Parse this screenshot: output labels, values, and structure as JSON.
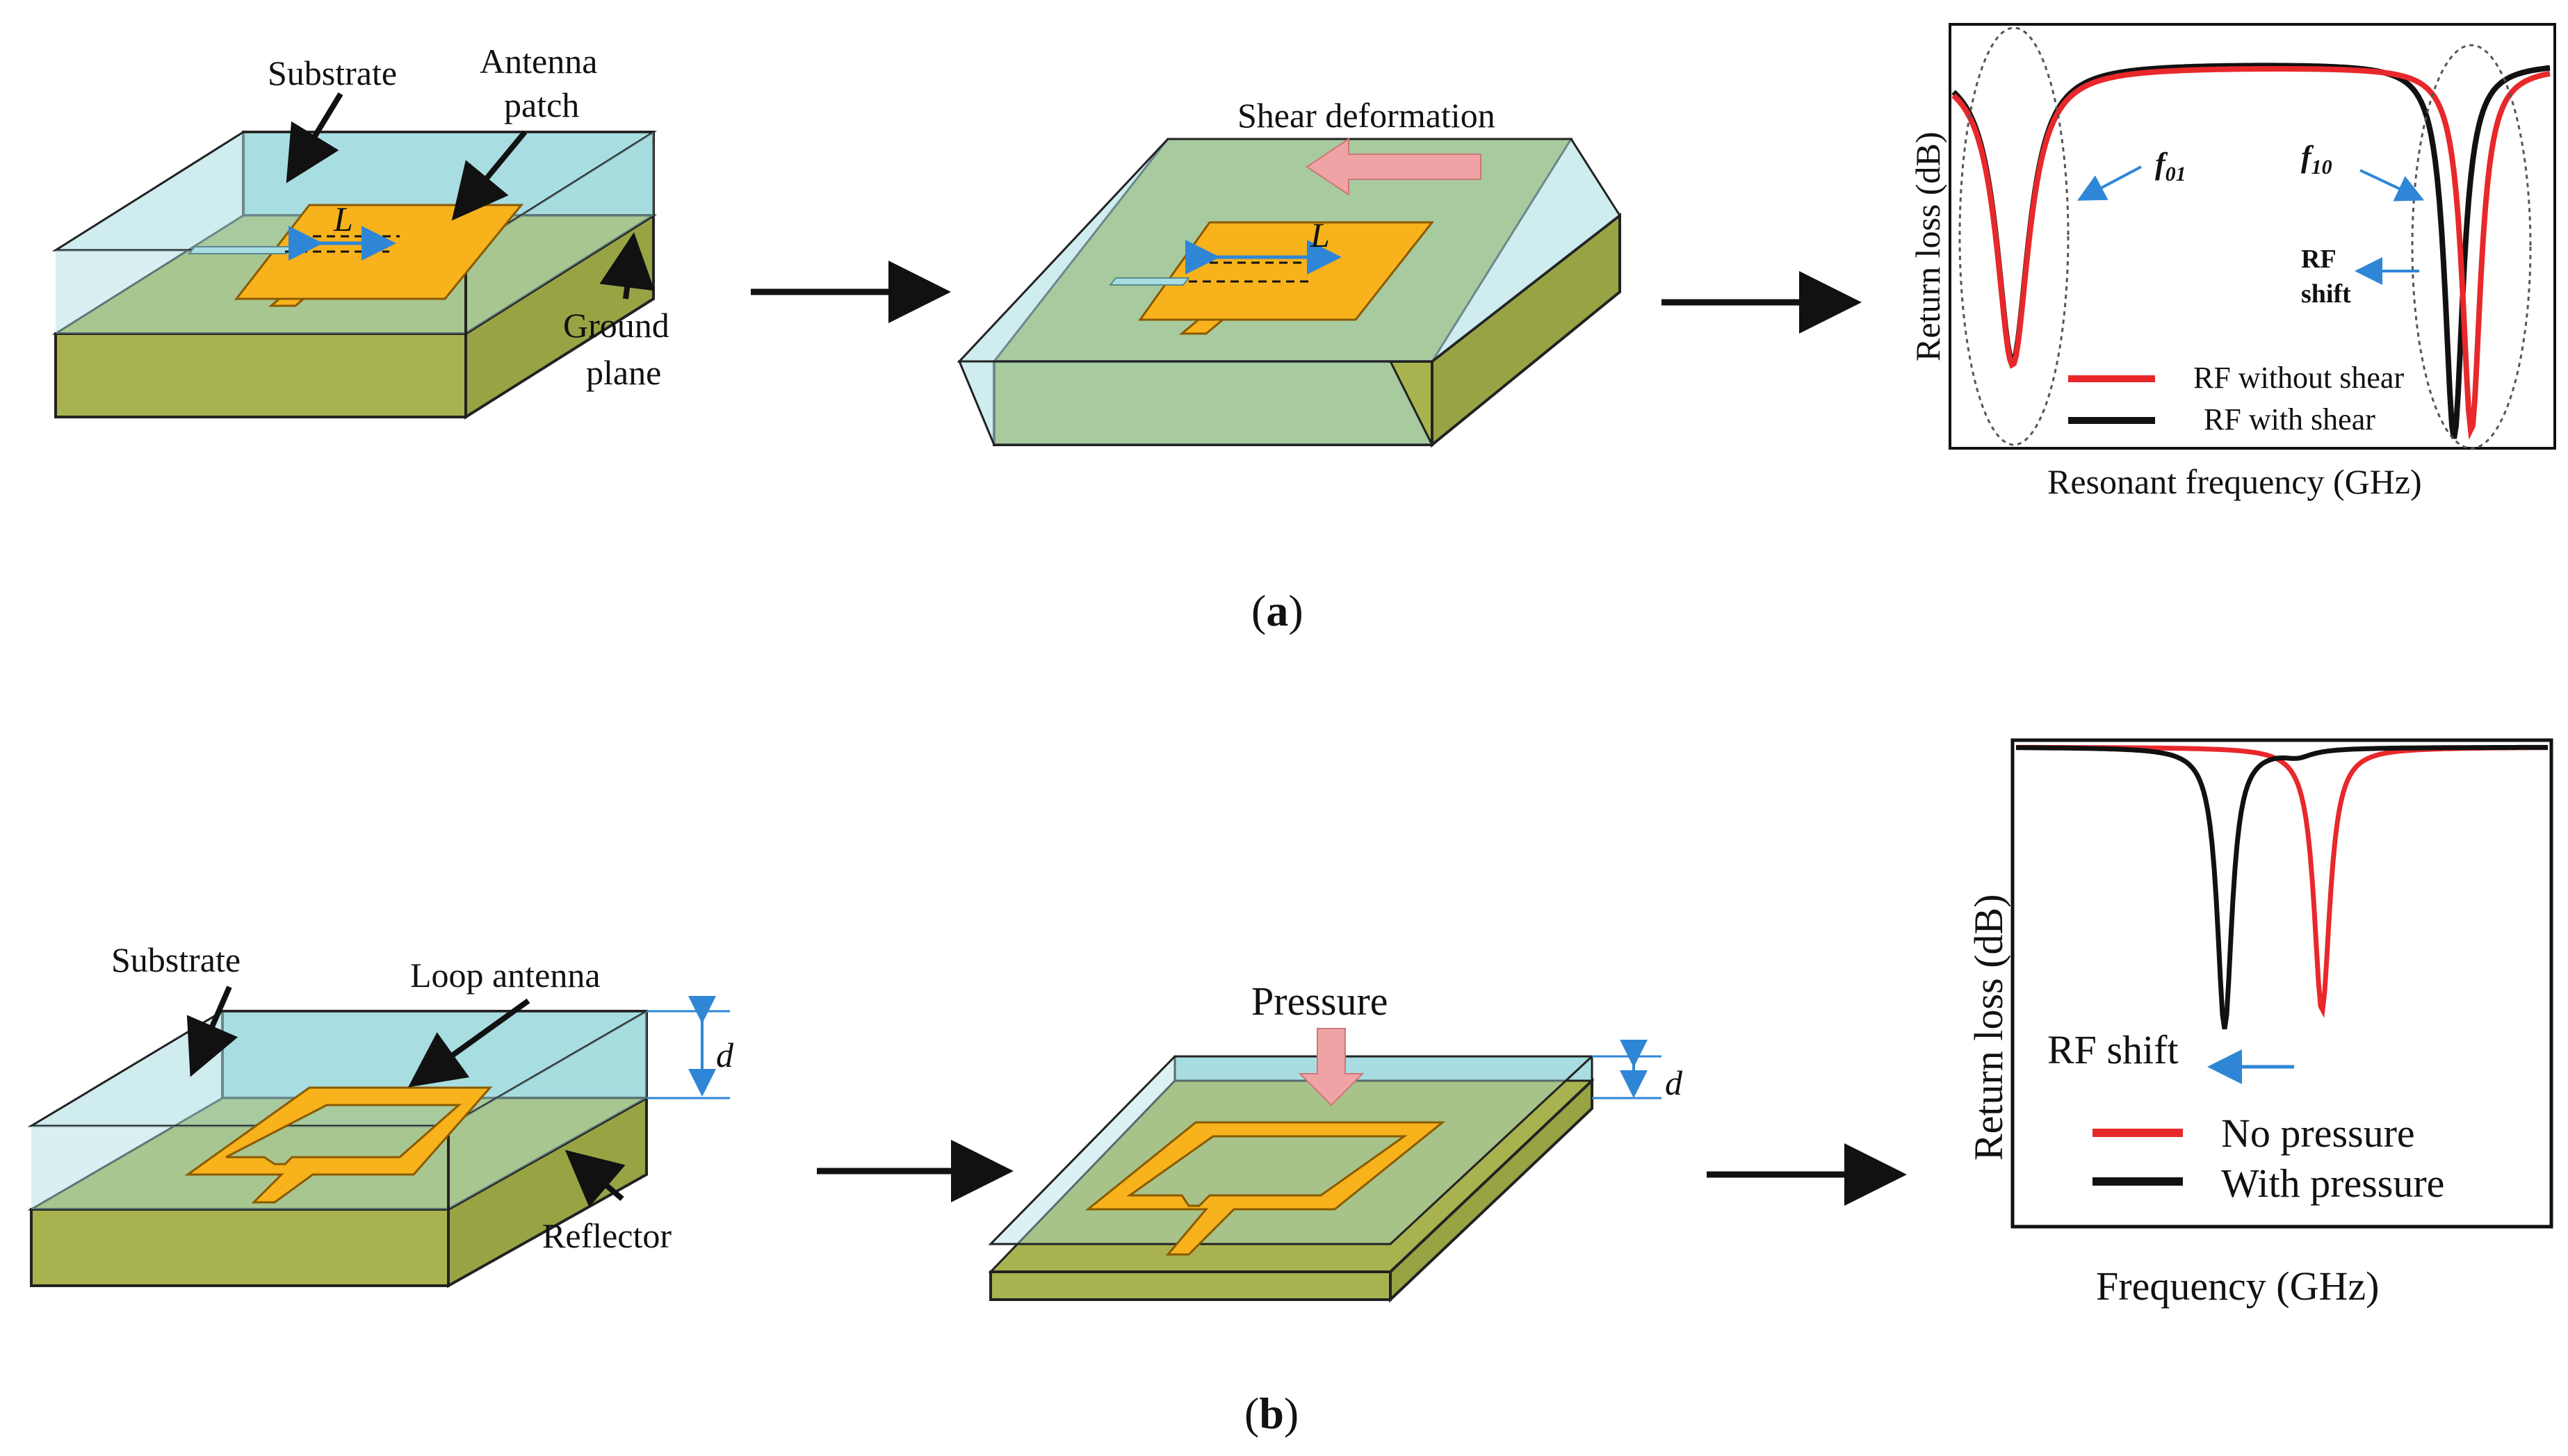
{
  "colors": {
    "substrate": "#a8dde1",
    "ground": "#a8b34f",
    "ground_dark": "#98a344",
    "patch": "#f7b21c",
    "patch_edge": "#8a5a00",
    "shear_arrow": "#f0a3a5",
    "blue_arrow": "#2f86d6",
    "red_curve": "#e8282b",
    "black_curve": "#111111"
  },
  "panel_a": {
    "label": "(a)",
    "label_prefix": "(",
    "label_letter": "a",
    "label_suffix": ")",
    "step1": {
      "substrate_label": "Substrate",
      "patch_label_line1": "Antenna",
      "patch_label_line2": "patch",
      "length_label": "L",
      "ground_label_line1": "Ground",
      "ground_label_line2": "plane"
    },
    "step2": {
      "shear_label": "Shear deformation",
      "length_label": "L"
    },
    "chart": {
      "y_label": "Return loss (dB)",
      "x_label": "Resonant frequency (GHz)",
      "f01_label": "f",
      "f01_sub": "01",
      "f10_label": "f",
      "f10_sub": "10",
      "shift_line1": "RF",
      "shift_line2": "shift",
      "legend": [
        {
          "label": "RF without shear",
          "color": "#e8282b"
        },
        {
          "label": "RF with shear",
          "color": "#111111"
        }
      ]
    }
  },
  "panel_b": {
    "label": "(b)",
    "label_prefix": "(",
    "label_letter": "b",
    "label_suffix": ")",
    "step1": {
      "substrate_label": "Substrate",
      "loop_label": "Loop antenna",
      "d_label": "d",
      "reflector_label": "Reflector"
    },
    "step2": {
      "pressure_label": "Pressure",
      "d_label": "d"
    },
    "chart": {
      "y_label": "Return loss (dB)",
      "x_label": "Frequency (GHz)",
      "shift_label": "RF shift",
      "legend": [
        {
          "label": "No pressure",
          "color": "#e8282b"
        },
        {
          "label": "With pressure",
          "color": "#111111"
        }
      ]
    }
  }
}
